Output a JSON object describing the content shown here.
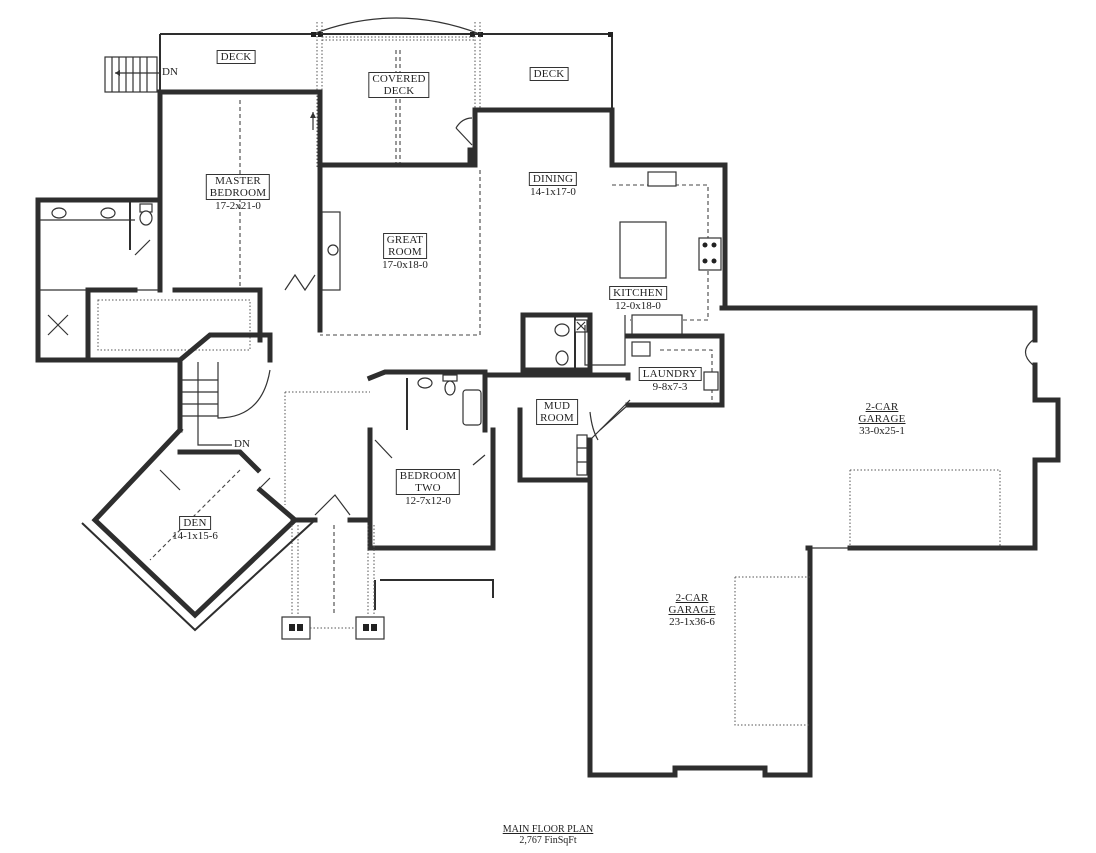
{
  "plan": {
    "title": "MAIN FLOOR PLAN",
    "area": "2,767 FinSqFt",
    "rooms": [
      {
        "id": "deck-left",
        "name": "DECK",
        "dims": ""
      },
      {
        "id": "covered-deck",
        "name": "COVERED\nDECK",
        "dims": ""
      },
      {
        "id": "deck-right",
        "name": "DECK",
        "dims": ""
      },
      {
        "id": "master-bedroom",
        "name": "MASTER\nBEDROOM",
        "dims": "17-2x21-0"
      },
      {
        "id": "great-room",
        "name": "GREAT\nROOM",
        "dims": "17-0x18-0"
      },
      {
        "id": "dining",
        "name": "DINING",
        "dims": "14-1x17-0"
      },
      {
        "id": "kitchen",
        "name": "KITCHEN",
        "dims": "12-0x18-0"
      },
      {
        "id": "laundry",
        "name": "LAUNDRY",
        "dims": "9-8x7-3"
      },
      {
        "id": "mud-room",
        "name": "MUD\nROOM",
        "dims": ""
      },
      {
        "id": "bedroom-two",
        "name": "BEDROOM\nTWO",
        "dims": "12-7x12-0"
      },
      {
        "id": "den",
        "name": "DEN",
        "dims": "14-1x15-6"
      },
      {
        "id": "garage-upper",
        "name": "2-CAR\nGARAGE",
        "dims": "33-0x25-1"
      },
      {
        "id": "garage-lower",
        "name": "2-CAR\nGARAGE",
        "dims": "23-1x36-6"
      }
    ],
    "stair_labels": [
      "DN",
      "DN"
    ]
  }
}
